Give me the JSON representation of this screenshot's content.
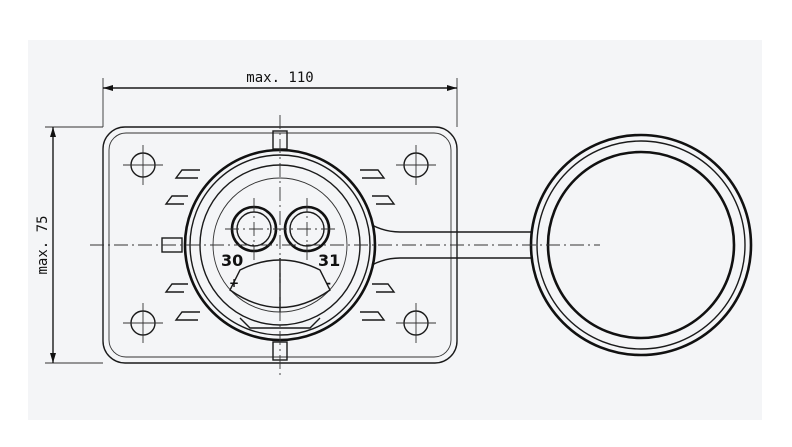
{
  "drawing": {
    "dimension_width": "max. 110",
    "dimension_height": "max. 75",
    "pin_positive_number": "30",
    "pin_positive_sign": "+",
    "pin_negative_number": "31",
    "pin_negative_sign": "-"
  },
  "colors": {
    "background": "#f4f5f7",
    "line": "#1a1a1a"
  }
}
